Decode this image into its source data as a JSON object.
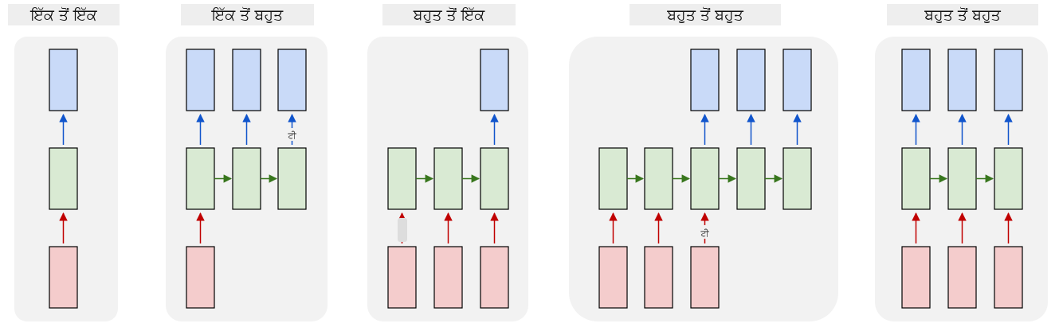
{
  "panels": [
    {
      "id": "one-to-one",
      "title": "ਇੱਕ ਤੋਂ ਇੱਕ"
    },
    {
      "id": "one-to-many",
      "title": "ਇੱਕ ਤੋਂ ਬਹੁਤ"
    },
    {
      "id": "many-to-one",
      "title": "ਬਹੁਤ ਤੋਂ ਇੱਕ"
    },
    {
      "id": "many-to-many-delayed",
      "title": "ਬਹੁਤ ਤੋਂ ਬਹੁਤ"
    },
    {
      "id": "many-to-many-synced",
      "title": "ਬਹੁਤ ਤੋਂ ਬਹੁਤ"
    }
  ],
  "artifacts": {
    "one_to_many_label": "ਟੀ",
    "many_to_many_label": "ਟੀ"
  },
  "colors": {
    "input": "#f4cccc",
    "hidden": "#d9ead3",
    "output": "#c9daf8",
    "arrow_red": "#c00000",
    "arrow_blue": "#1155cc",
    "arrow_green": "#38761d",
    "panel_bg": "#f2f2f2"
  }
}
